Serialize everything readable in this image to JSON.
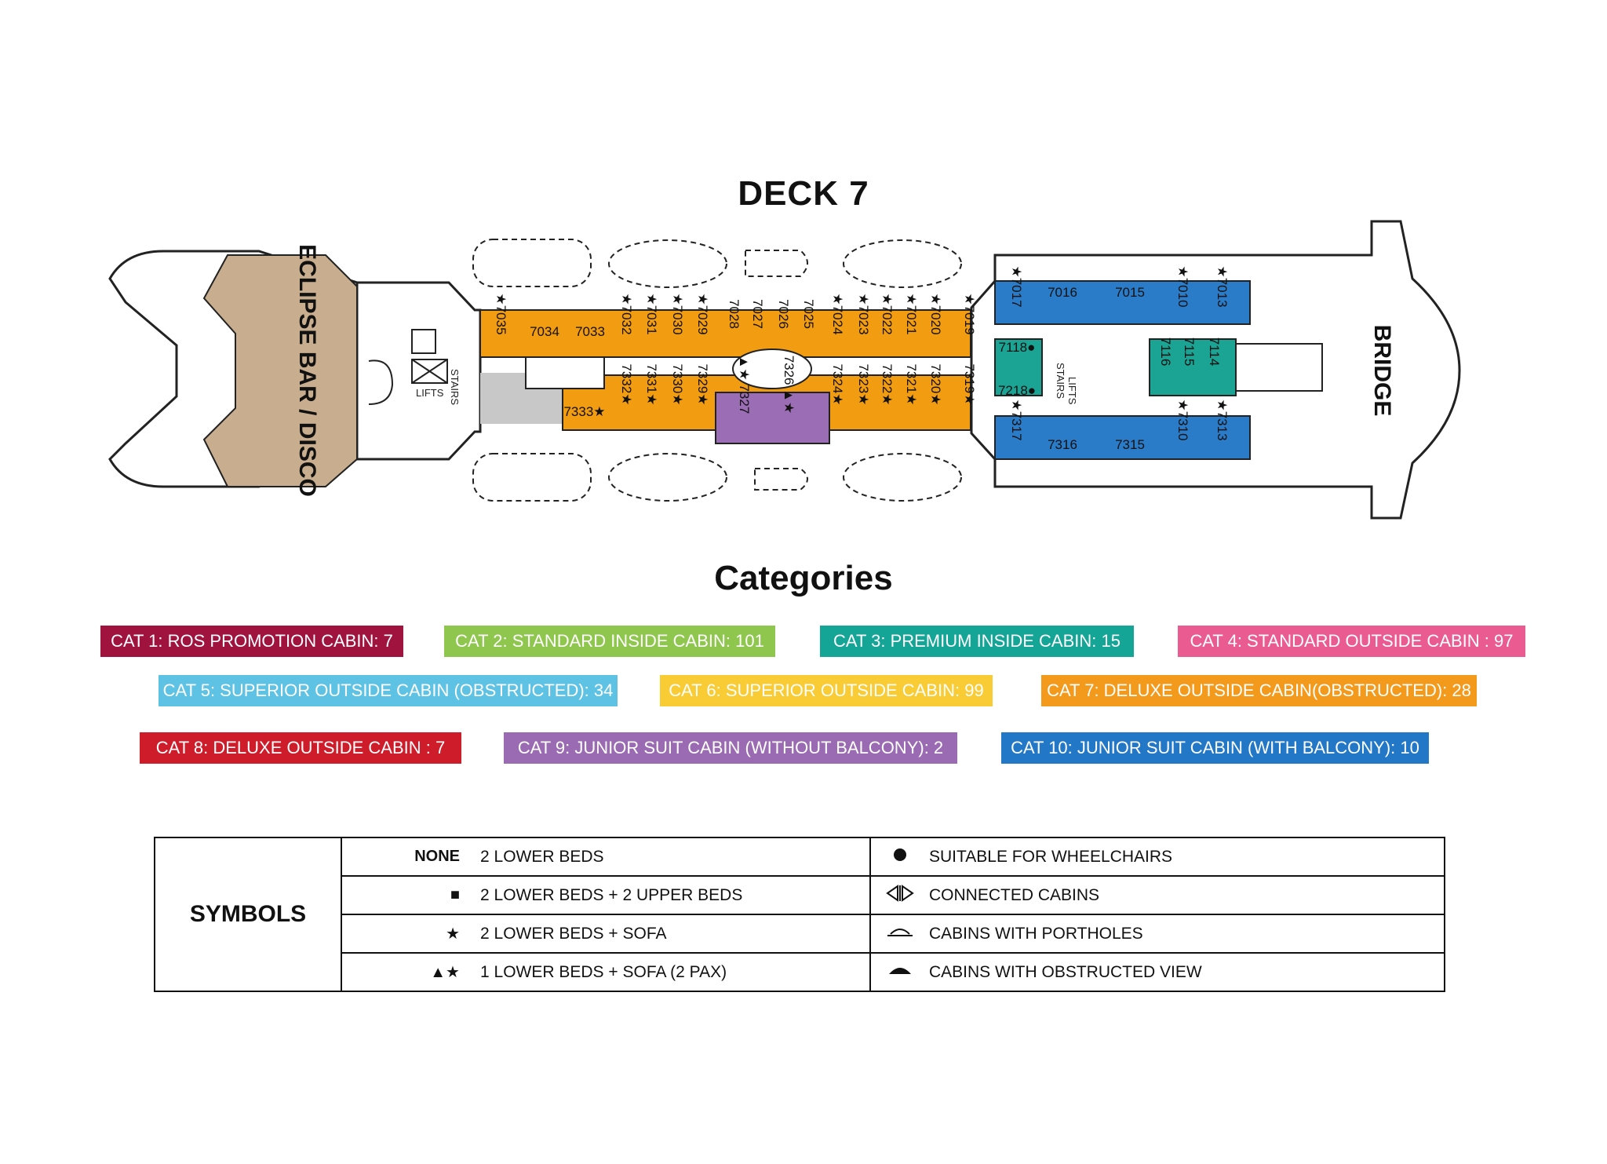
{
  "deck_title": "DECK 7",
  "categories_title": "Categories",
  "venues": {
    "bar": "ECLIPSE BAR / DISCO",
    "bridge": "BRIDGE",
    "stairs": "STAIRS",
    "lifts": "LIFTS"
  },
  "colors": {
    "cat6_yellow": "#f29c11",
    "cat9_purple": "#9b6db4",
    "cat3_teal": "#1ba393",
    "cat10_blue": "#2b7cc8",
    "bar_tan": "#c7ad8c",
    "service_grey": "#c8c8c8"
  },
  "cabins": {
    "fwd_top": [
      "★7035",
      "7034",
      "7033",
      "★7032",
      "★7031",
      "★7030",
      "★7029",
      "7028",
      "7027",
      "7026",
      "7025",
      "★7024",
      "★7023",
      "★7022",
      "★7021",
      "★7020",
      "★7019"
    ],
    "fwd_bottom": [
      "7333★",
      "7332★",
      "7331★",
      "7330★",
      "7329★",
      "▲★ 7327",
      "7326 ▲★",
      "7324★",
      "7323★",
      "7322★",
      "7321★",
      "7320★",
      "7319★"
    ],
    "aft_top": [
      "★7017",
      "7016",
      "7015",
      "★7010",
      "★7013"
    ],
    "aft_mid": [
      "7118●",
      "7218●",
      "7116",
      "7115",
      "7114"
    ],
    "aft_bottom": [
      "★7317",
      "7316",
      "7315",
      "★7310",
      "★7313"
    ]
  },
  "categories": [
    {
      "label": "CAT 1: ROS PROMOTION CABIN: 7",
      "color": "#a0133f"
    },
    {
      "label": "CAT 2: STANDARD INSIDE CABIN: 101",
      "color": "#8fc64d"
    },
    {
      "label": "CAT 3: PREMIUM INSIDE CABIN: 15",
      "color": "#15a596"
    },
    {
      "label": "CAT 4: STANDARD OUTSIDE CABIN : 97",
      "color": "#ea5b91"
    },
    {
      "label": "CAT 5: SUPERIOR OUTSIDE CABIN (OBSTRUCTED): 34",
      "color": "#5ec2e5"
    },
    {
      "label": "CAT 6: SUPERIOR OUTSIDE CABIN: 99",
      "color": "#f9cb35"
    },
    {
      "label": "CAT 7: DELUXE OUTSIDE CABIN(OBSTRUCTED): 28",
      "color": "#f39a1d"
    },
    {
      "label": "CAT 8: DELUXE OUTSIDE CABIN : 7",
      "color": "#cf1c2a"
    },
    {
      "label": "CAT 9: JUNIOR SUIT CABIN (WITHOUT BALCONY): 2",
      "color": "#9a6bb2"
    },
    {
      "label": "CAT 10: JUNIOR SUIT CABIN (WITH BALCONY): 10",
      "color": "#2277c6"
    }
  ],
  "symbols": {
    "title": "SYMBOLS",
    "left": [
      {
        "symbol": "NONE",
        "text": "2 LOWER BEDS"
      },
      {
        "symbol": "■",
        "text": "2 LOWER BEDS + 2 UPPER BEDS"
      },
      {
        "symbol": "★",
        "text": "2 LOWER BEDS + SOFA"
      },
      {
        "symbol": "▲★",
        "text": "1 LOWER BEDS + SOFA (2 PAX)"
      }
    ],
    "right": [
      {
        "icon": "wheelchair-dot-icon",
        "text": "SUITABLE FOR WHEELCHAIRS"
      },
      {
        "icon": "connected-cabins-icon",
        "text": "CONNECTED CABINS"
      },
      {
        "icon": "porthole-icon",
        "text": "CABINS WITH PORTHOLES"
      },
      {
        "icon": "obstructed-view-icon",
        "text": "CABINS WITH OBSTRUCTED VIEW"
      }
    ]
  }
}
